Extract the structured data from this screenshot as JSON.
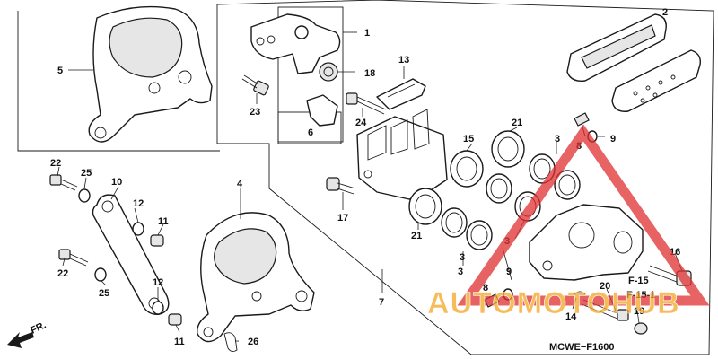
{
  "callouts": {
    "c1": "1",
    "c2": "2",
    "c3a": "3",
    "c3b": "3",
    "c3c": "3",
    "c3d": "3",
    "c4": "4",
    "c5": "5",
    "c6": "6",
    "c7": "7",
    "c8a": "8",
    "c8b": "8",
    "c9a": "9",
    "c9b": "9",
    "c10": "10",
    "c11a": "11",
    "c11b": "11",
    "c12a": "12",
    "c12b": "12",
    "c13": "13",
    "c14": "14",
    "c15": "15",
    "c16": "16",
    "c17": "17",
    "c18": "18",
    "c19": "19",
    "c20": "20",
    "c21a": "21",
    "c21b": "21",
    "c22a": "22",
    "c22b": "22",
    "c23": "23",
    "c24": "24",
    "c25a": "25",
    "c25b": "25",
    "c26": "26"
  },
  "refs": {
    "f15": "F-15",
    "f151": "F-15-1"
  },
  "front_label": "FR.",
  "diagram_code": "MCWE−F1600",
  "watermark": {
    "brand": "AUTOMOTOHUB",
    "color_orange": "#f5a623",
    "color_red": "#e03030"
  }
}
